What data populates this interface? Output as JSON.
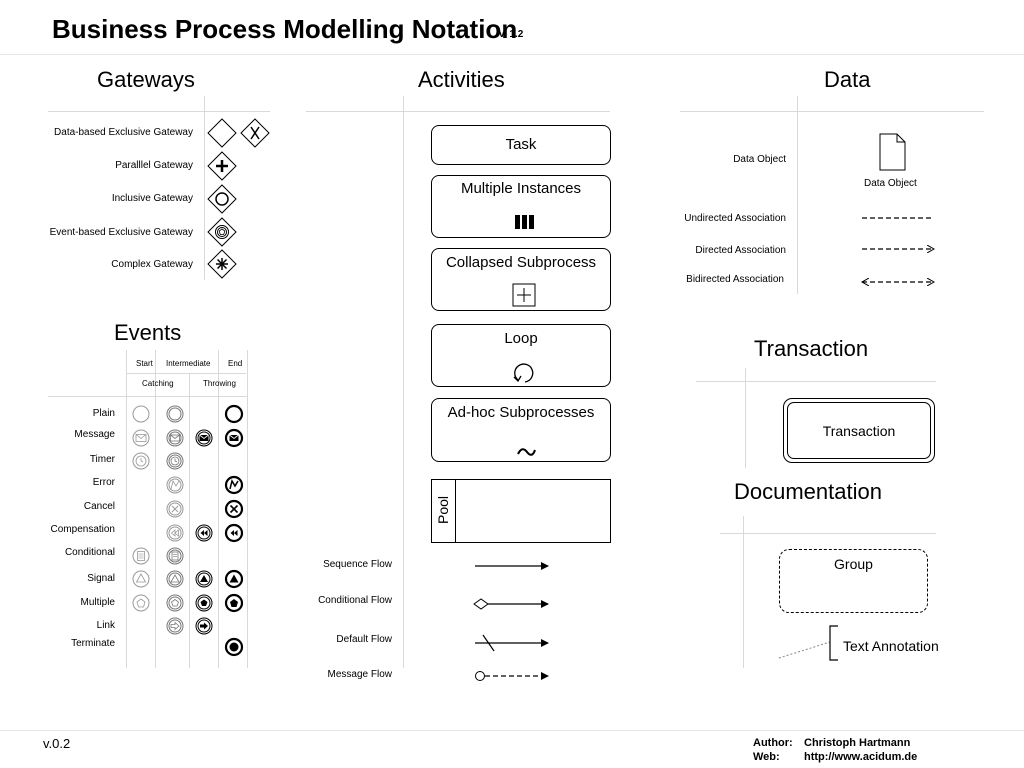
{
  "title": "Business Process Modelling Notation",
  "version": "v. 1.2",
  "sections": {
    "gateways": {
      "heading": "Gateways",
      "items": [
        "Data-based Exclusive Gateway",
        "Paralllel Gateway",
        "Inclusive Gateway",
        "Event-based Exclusive Gateway",
        "Complex Gateway"
      ]
    },
    "activities": {
      "heading": "Activities",
      "items": [
        "Task",
        "Multiple Instances",
        "Collapsed Subprocess",
        "Loop",
        "Ad-hoc Subprocesses"
      ],
      "pool_label": "Pool"
    },
    "data": {
      "heading": "Data",
      "items": [
        "Data Object",
        "Undirected Association",
        "Directed Association",
        "Bidirected Association"
      ],
      "object_caption": "Data Object"
    },
    "events": {
      "heading": "Events",
      "col_start": "Start",
      "col_intermediate": "Intermediate",
      "col_end": "End",
      "col_catching": "Catching",
      "col_throwing": "Throwing",
      "rows": [
        "Plain",
        "Message",
        "Timer",
        "Error",
        "Cancel",
        "Compensation",
        "Conditional",
        "Signal",
        "Multiple",
        "Link",
        "Terminate"
      ]
    },
    "flows": {
      "items": [
        "Sequence Flow",
        "Conditional Flow",
        "Default Flow",
        "Message Flow"
      ]
    },
    "transaction": {
      "heading": "Transaction",
      "box_label": "Transaction"
    },
    "documentation": {
      "heading": "Documentation",
      "group_label": "Group",
      "annotation_label": "Text Annotation"
    }
  },
  "footer": {
    "version": "v.0.2",
    "author_label": "Author:",
    "author_value": "Christoph Hartmann",
    "web_label": "Web:",
    "web_value": "http://www.acidum.de"
  }
}
